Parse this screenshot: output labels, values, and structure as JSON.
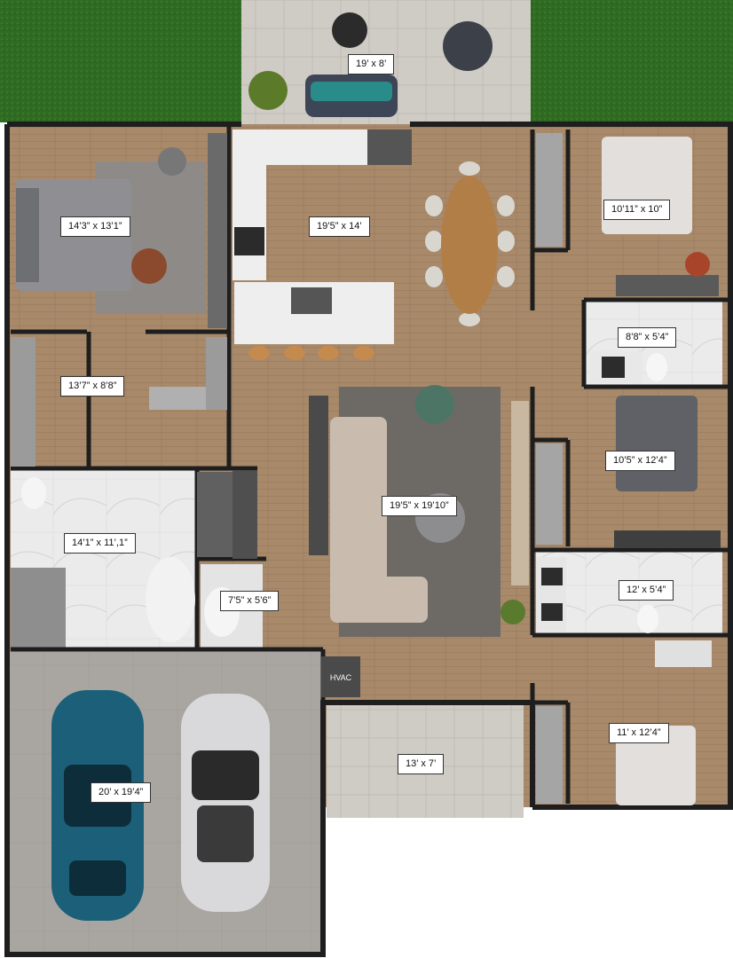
{
  "floorplan": {
    "rooms": [
      {
        "id": "patio",
        "dimensions": "19’ x 8’"
      },
      {
        "id": "primary-bedroom",
        "dimensions": "14’3” x 13’1”"
      },
      {
        "id": "kitchen-dining",
        "dimensions": "19’5” x 14’"
      },
      {
        "id": "bedroom-2",
        "dimensions": "10’11” x 10”"
      },
      {
        "id": "bath-2",
        "dimensions": "8’8” x 5’4”"
      },
      {
        "id": "primary-closet",
        "dimensions": "13’7” x 8’8”"
      },
      {
        "id": "living-room",
        "dimensions": "19’5” x 19’10”"
      },
      {
        "id": "bedroom-3",
        "dimensions": "10’5” x 12’4”"
      },
      {
        "id": "primary-bath",
        "dimensions": "14’1” x 11’,1”"
      },
      {
        "id": "laundry",
        "dimensions": "7’5” x 5’6”"
      },
      {
        "id": "bath-3",
        "dimensions": "12’ x 5’4”"
      },
      {
        "id": "garage",
        "dimensions": "20’ x 19’4”"
      },
      {
        "id": "foyer",
        "dimensions": "13’ x 7’"
      },
      {
        "id": "bedroom-4",
        "dimensions": "11’ x 12’4”"
      }
    ],
    "hvac_label": "HVAC",
    "colors": {
      "wood_floor": "#a8896a",
      "wood_floor_dark": "#9a7b5d",
      "wall": "#1e1e1e",
      "grass": "#2f6b22",
      "tile": "#cfcbc5",
      "garage_floor": "#a9a6a2",
      "marble": "#e9e9ea",
      "rug": "#6d6a66",
      "car_blue": "#1b6078",
      "car_white": "#d9d9db"
    }
  }
}
